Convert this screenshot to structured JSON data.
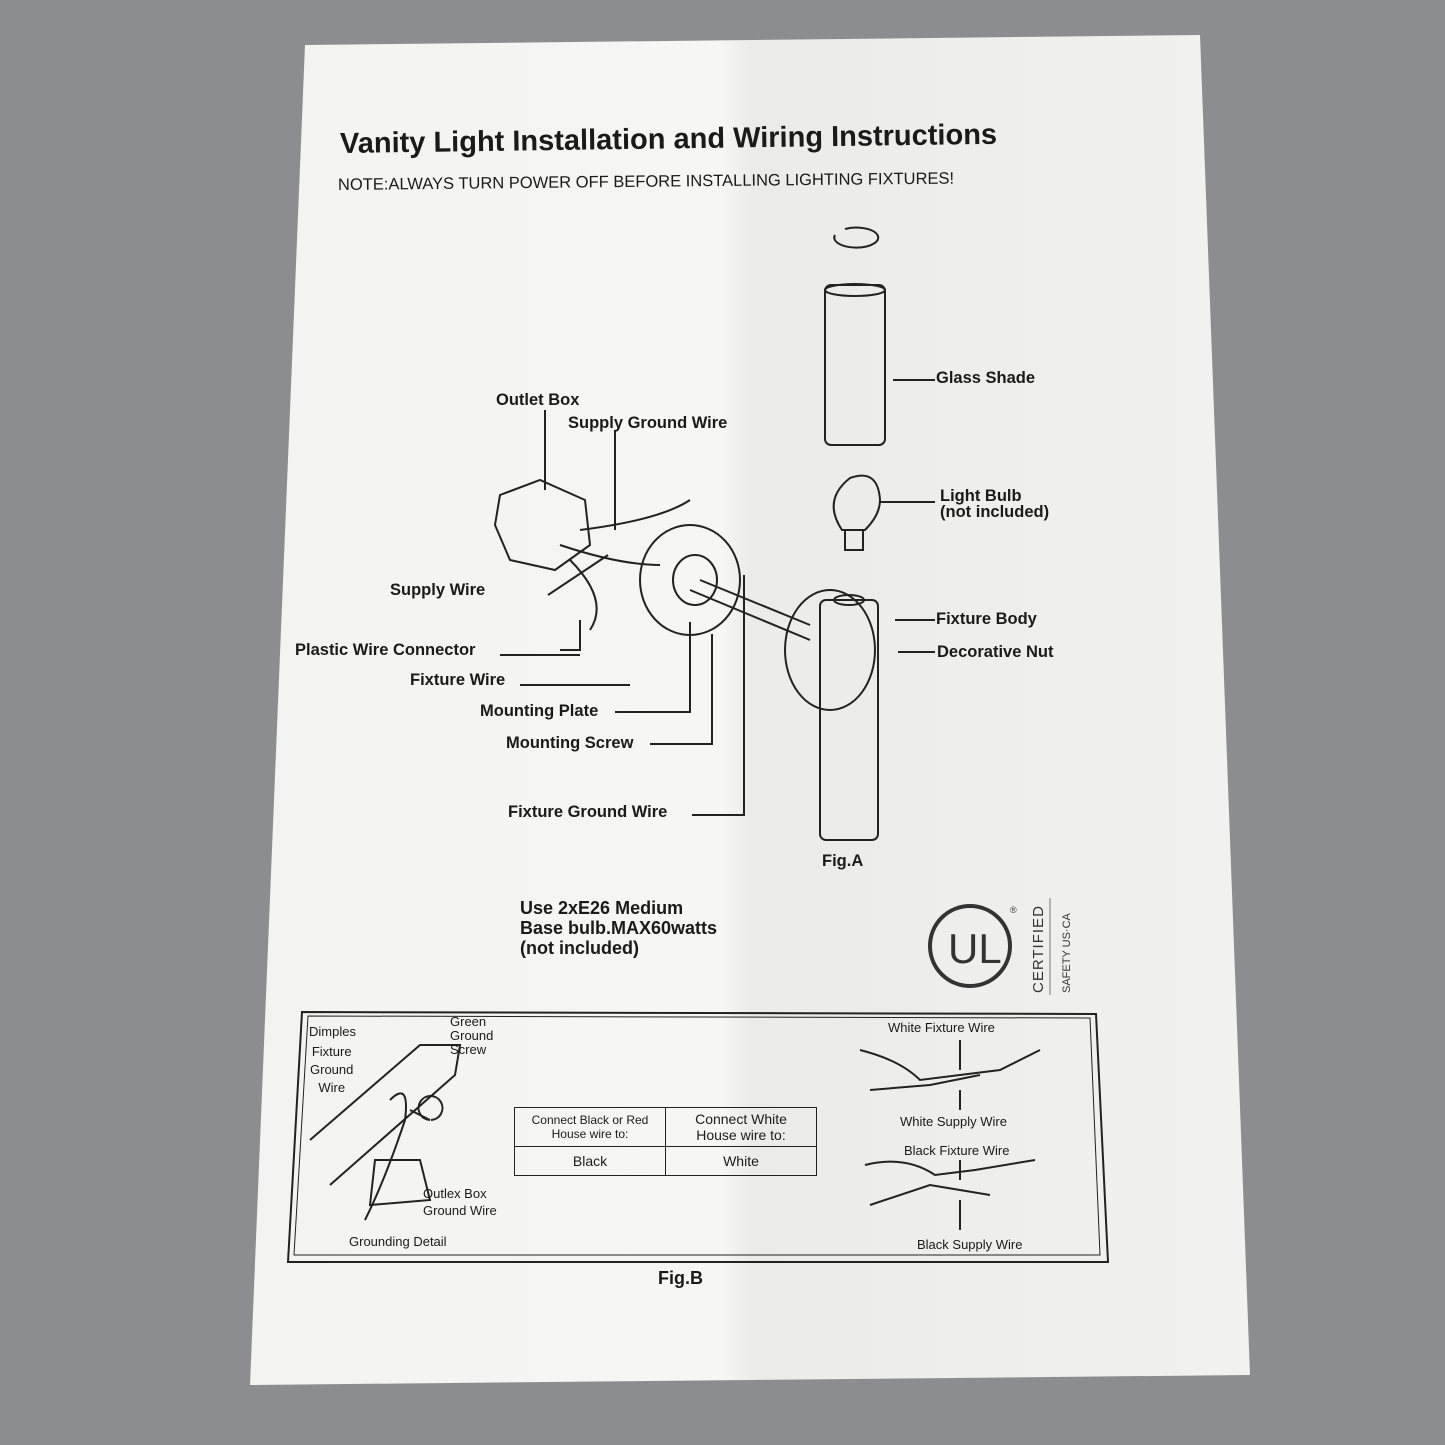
{
  "title": "Vanity Light Installation and Wiring Instructions",
  "note": "NOTE:ALWAYS TURN POWER  OFF BEFORE INSTALLING LIGHTING FIXTURES!",
  "fig_a": {
    "labels": {
      "outlet_box": "Outlet Box",
      "supply_ground_wire": "Supply Ground Wire",
      "supply_wire": "Supply Wire",
      "plastic_wire_connector": "Plastic Wire Connector",
      "fixture_wire": "Fixture Wire",
      "mounting_plate": "Mounting Plate",
      "mounting_screw": "Mounting Screw",
      "fixture_ground_wire": "Fixture Ground Wire",
      "glass_shade": "Glass Shade",
      "light_bulb": "Light Bulb",
      "light_bulb_note": "(not included)",
      "fixture_body": "Fixture Body",
      "decorative_nut": "Decorative Nut"
    },
    "caption": "Fig.A"
  },
  "bulb_spec": [
    "Use 2xE26 Medium",
    "Base bulb.MAX60watts",
    "(not included)"
  ],
  "ul_mark": {
    "logo": "UL",
    "certified": "CERTIFIED",
    "safety": "SAFETY US·CA"
  },
  "fig_b": {
    "grounding": {
      "dimples": "Dimples",
      "fixture_ground_wire": [
        "Fixture",
        "Ground",
        "Wire"
      ],
      "green_ground_screw": [
        "Green",
        "Ground",
        "Screw"
      ],
      "outlet_box_ground_wire": [
        "Outlex Box",
        "Ground Wire"
      ],
      "caption": "Grounding Detail"
    },
    "table": {
      "headers": [
        [
          "Connect Black or Red",
          "House wire to:"
        ],
        [
          "Connect White",
          "House wire to:"
        ]
      ],
      "values": [
        "Black",
        "White"
      ]
    },
    "wires": {
      "white_fixture": "White Fixture Wire",
      "white_supply": "White Supply Wire",
      "black_fixture": "Black Fixture Wire",
      "black_supply": "Black Supply Wire"
    },
    "caption": "Fig.B"
  }
}
